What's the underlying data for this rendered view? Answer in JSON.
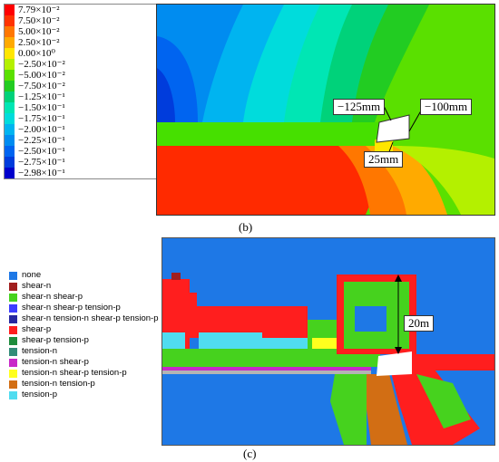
{
  "contour_legend": [
    {
      "label": "7.79×10⁻²",
      "color": "#ff0000"
    },
    {
      "label": "7.50×10⁻²",
      "color": "#ff3300"
    },
    {
      "label": "5.00×10⁻²",
      "color": "#ff7700"
    },
    {
      "label": "2.50×10⁻²",
      "color": "#ffaa00"
    },
    {
      "label": "0.00×10⁰",
      "color": "#ffe600"
    },
    {
      "label": "−2.50×10⁻²",
      "color": "#b4f000"
    },
    {
      "label": "−5.00×10⁻²",
      "color": "#5ae000"
    },
    {
      "label": "−7.50×10⁻²",
      "color": "#22cc22"
    },
    {
      "label": "−1.25×10⁻¹",
      "color": "#00d27a"
    },
    {
      "label": "−1.50×10⁻¹",
      "color": "#00e6b4"
    },
    {
      "label": "−1.75×10⁻¹",
      "color": "#00dcdc"
    },
    {
      "label": "−2.00×10⁻¹",
      "color": "#00b4f0"
    },
    {
      "label": "−2.25×10⁻¹",
      "color": "#008cf0"
    },
    {
      "label": "−2.50×10⁻¹",
      "color": "#0064f0"
    },
    {
      "label": "−2.75×10⁻¹",
      "color": "#003cdc"
    },
    {
      "label": "−2.98×10⁻¹",
      "color": "#0000cc"
    }
  ],
  "panel_b": {
    "caption": "(b)",
    "label_left": "−125mm",
    "label_right": "−100mm",
    "label_bottom": "25mm"
  },
  "state_legend": [
    {
      "label": "none",
      "color": "#1e78e6"
    },
    {
      "label": "shear-n",
      "color": "#a01e1e"
    },
    {
      "label": "shear-n shear-p",
      "color": "#46d21e"
    },
    {
      "label": "shear-n shear-p tension-p",
      "color": "#3c3cff"
    },
    {
      "label": "shear-n tension-n shear-p tension-p",
      "color": "#2828a0"
    },
    {
      "label": "shear-p",
      "color": "#ff1e1e"
    },
    {
      "label": "shear-p tension-p",
      "color": "#1e8c3c"
    },
    {
      "label": "tension-n",
      "color": "#328c78"
    },
    {
      "label": "tension-n shear-p",
      "color": "#c828c8"
    },
    {
      "label": "tension-n shear-p tension-p",
      "color": "#ffff1e"
    },
    {
      "label": "tension-n tension-p",
      "color": "#d26e14"
    },
    {
      "label": "tension-p",
      "color": "#50dcf0"
    }
  ],
  "panel_c": {
    "caption": "(c)",
    "label_height": "20m"
  }
}
